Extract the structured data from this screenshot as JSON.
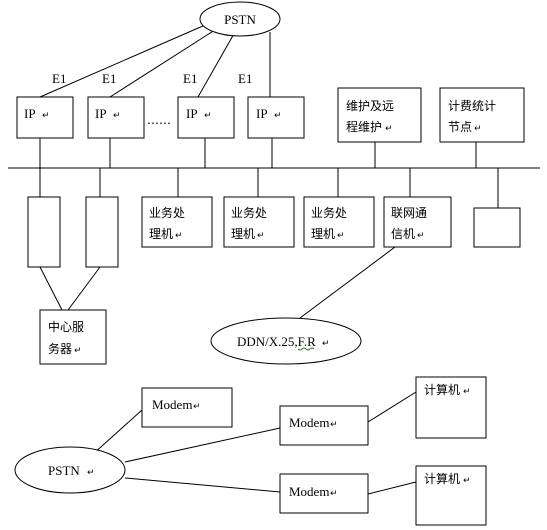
{
  "network_top": {
    "pstn": "PSTN",
    "e1_labels": [
      "E1",
      "E1",
      "E1",
      "E1"
    ],
    "ip_nodes": [
      "IP",
      "IP",
      "IP",
      "IP"
    ],
    "dots": "……",
    "maintenance": [
      "维护及远",
      "程维护"
    ],
    "billing": [
      "计费统计",
      "节点"
    ],
    "biz1": [
      "业务处",
      "理机"
    ],
    "biz2": [
      "业务处",
      "理机"
    ],
    "biz3": [
      "业务处",
      "理机"
    ],
    "net_comm": [
      "联网通",
      "信机"
    ],
    "central_server": [
      "中心服",
      "务器"
    ],
    "ddn": "DDN/X.25,F.R"
  },
  "network_bottom": {
    "pstn": "PSTN",
    "modem1": "Modem",
    "modem2": "Modem",
    "modem3": "Modem",
    "computer1": "计算机",
    "computer2": "计算机"
  },
  "marks": {
    "para": "↵"
  }
}
